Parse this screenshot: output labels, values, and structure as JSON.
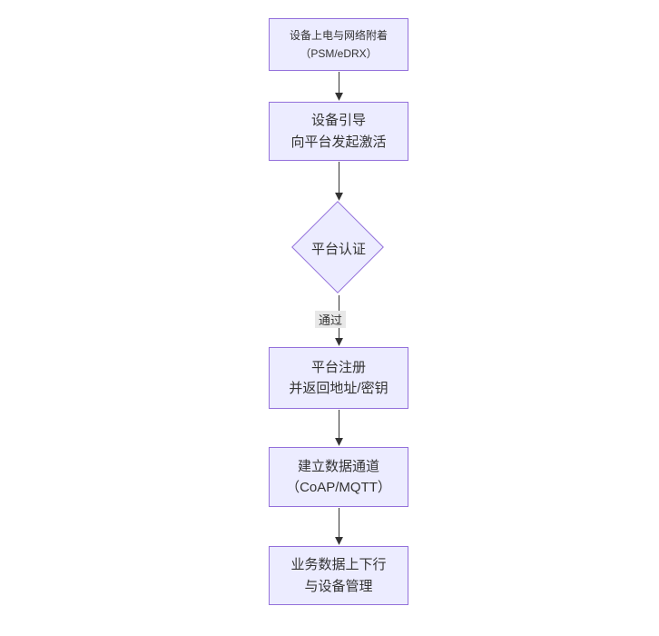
{
  "diagram": {
    "type": "flowchart",
    "direction": "top-to-bottom",
    "nodes": [
      {
        "id": "A",
        "shape": "rect",
        "lines": [
          "设备上电与网络附着",
          "（PSM/eDRX）"
        ]
      },
      {
        "id": "B",
        "shape": "rect",
        "lines": [
          "设备引导",
          "向平台发起激活"
        ]
      },
      {
        "id": "C",
        "shape": "diamond",
        "lines": [
          "平台认证"
        ]
      },
      {
        "id": "D",
        "shape": "rect",
        "lines": [
          "平台注册",
          "并返回地址/密钥"
        ]
      },
      {
        "id": "E",
        "shape": "rect",
        "lines": [
          "建立数据通道",
          "（CoAP/MQTT）"
        ]
      },
      {
        "id": "F",
        "shape": "rect",
        "lines": [
          "业务数据上下行",
          "与设备管理"
        ]
      }
    ],
    "edges": [
      {
        "from": "A",
        "to": "B",
        "label": ""
      },
      {
        "from": "B",
        "to": "C",
        "label": ""
      },
      {
        "from": "C",
        "to": "D",
        "label": "通过"
      },
      {
        "from": "D",
        "to": "E",
        "label": ""
      },
      {
        "from": "E",
        "to": "F",
        "label": ""
      }
    ],
    "colors": {
      "background": "#ffffff",
      "node_fill": "#ECECFF",
      "node_border": "#9370DB",
      "text": "#333333",
      "edge_line": "#333333",
      "edge_label_bg": "#e8e8e8"
    }
  }
}
